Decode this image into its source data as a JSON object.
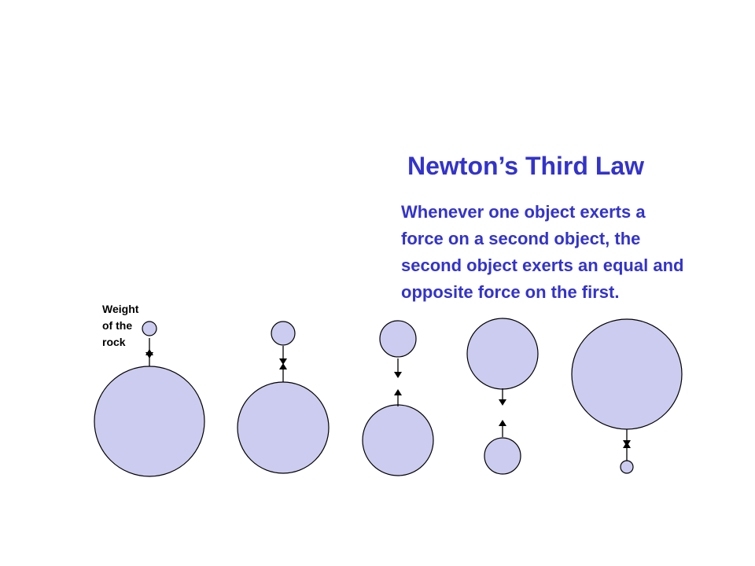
{
  "slide": {
    "title": "Newton’s Third Law",
    "definition_lines": [
      "Whenever one object exerts a",
      "force on a second object, the",
      "second object exerts an equal and",
      "opposite force on the first."
    ],
    "weight_label_lines": [
      "Weight",
      "of the",
      "rock"
    ]
  },
  "colors": {
    "title_text": "#3333cc",
    "circle_fill": "#ccccf0",
    "circle_stroke": "#000000",
    "arrow": "#000000"
  }
}
